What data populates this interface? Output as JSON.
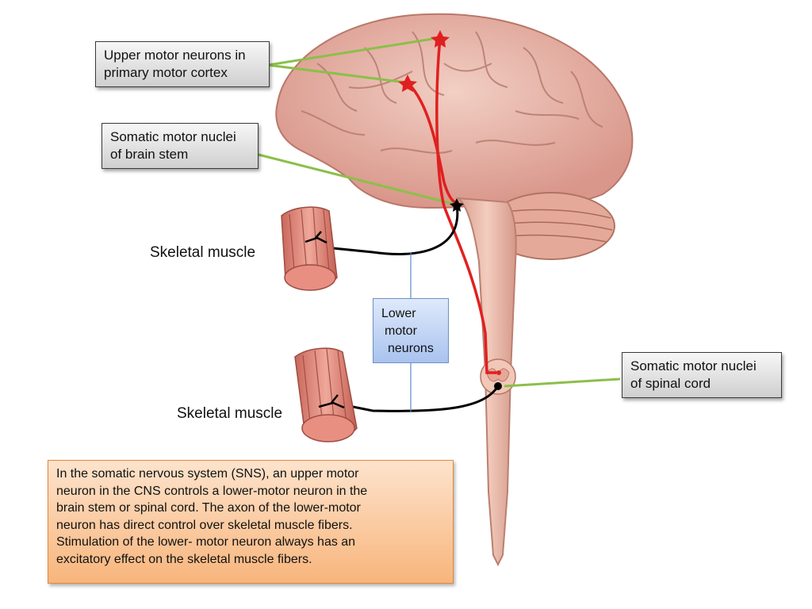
{
  "callouts": {
    "upper_motor": {
      "line1": "Upper motor neurons in",
      "line2": "primary motor cortex"
    },
    "brain_stem_nuclei": {
      "line1": "Somatic motor nuclei",
      "line2": "of brain stem"
    },
    "spinal_cord_nuclei": {
      "line1": "Somatic motor nuclei",
      "line2": "of spinal cord"
    }
  },
  "lower_motor_box": {
    "line1": "Lower",
    "line2": "motor",
    "line3": "neurons"
  },
  "muscle_labels": {
    "top": "Skeletal muscle",
    "bottom": "Skeletal muscle"
  },
  "description": {
    "line1": "In the somatic nervous system (SNS), an upper motor",
    "line2": "neuron in the CNS controls a lower-motor neuron in the",
    "line3": "brain stem or spinal cord. The axon of the lower-motor",
    "line4": "neuron has direct control over skeletal muscle fibers.",
    "line5": "Stimulation of the lower- motor neuron always has an",
    "line6": "excitatory effect on the skeletal muscle fibers."
  },
  "colors": {
    "upper_neuron": "#e02020",
    "lower_neuron": "#000000",
    "brain": "#e8b3a4",
    "leader_line": "#8bbf4a"
  }
}
